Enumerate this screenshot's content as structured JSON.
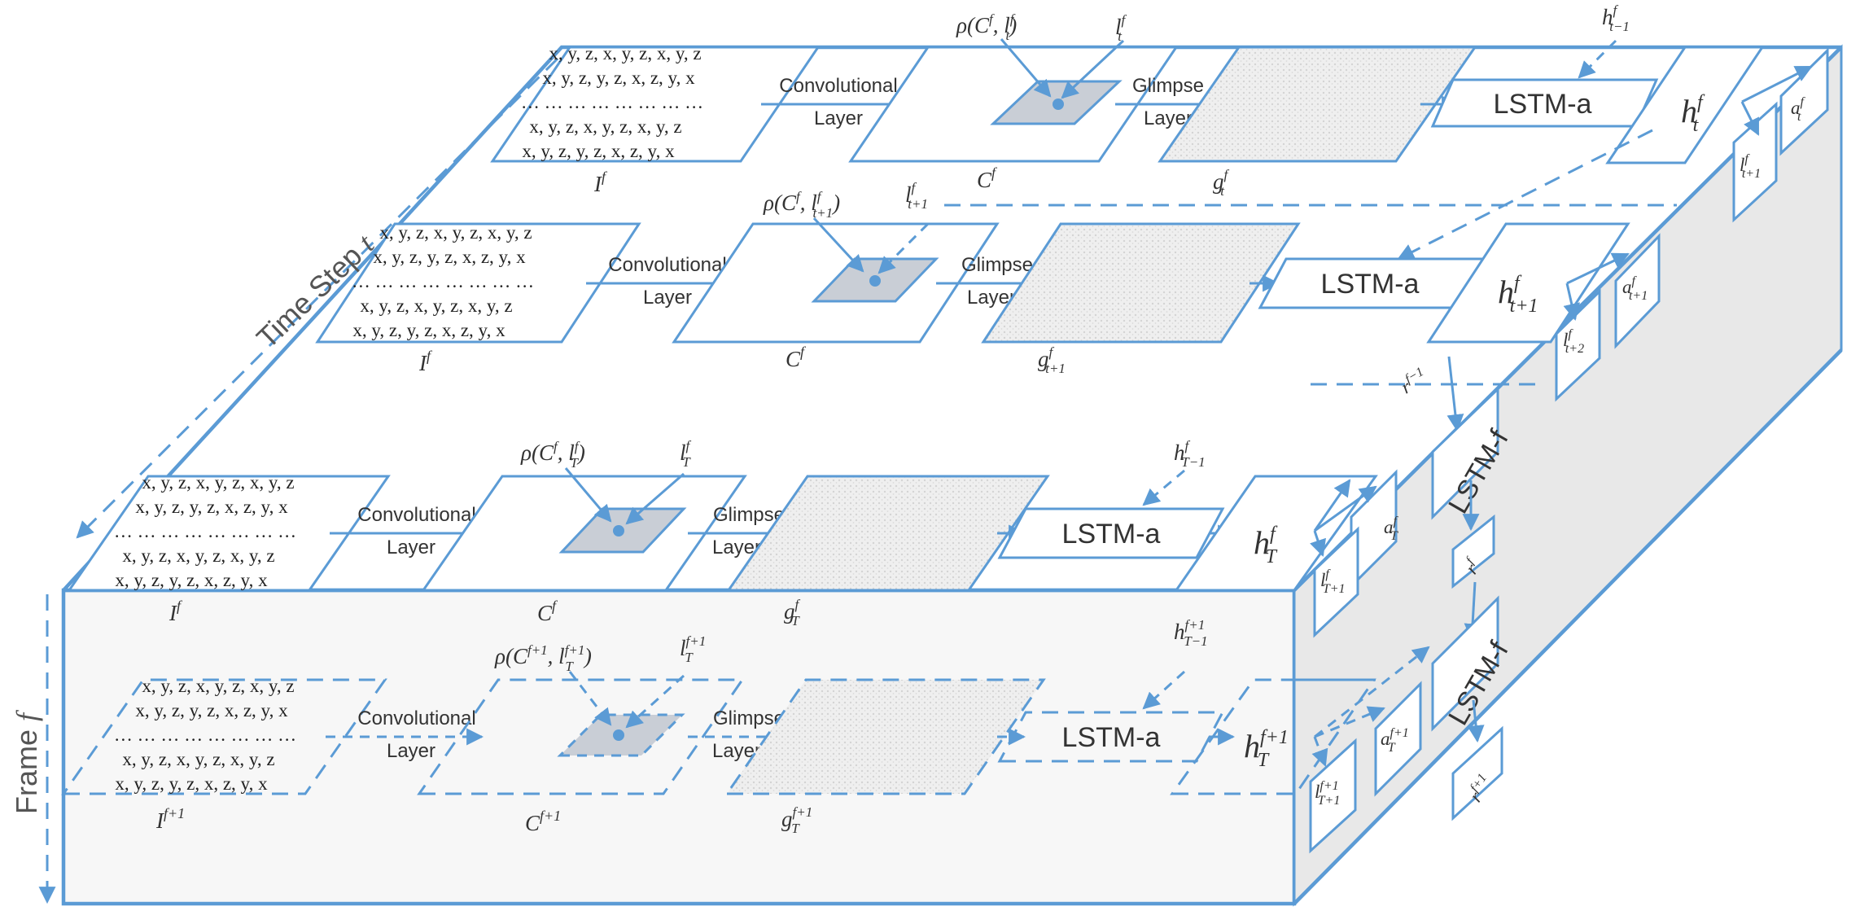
{
  "code_lines": [
    "x, y, z, x, y, z, x, y, z",
    "x, y, z, y, z, x, z, y, x",
    "… … … … … … … …",
    "x, y, z, x, y, z, x, y, z",
    "x, y, z, y, z, x, z, y, x"
  ],
  "conv_label": [
    "Convolutional",
    "Layer"
  ],
  "glimpse_label": [
    "Glimpse",
    "Layer"
  ],
  "lstm_a": "LSTM-a",
  "lstm_f": "LSTM-f",
  "axes": {
    "time_step": "Time Step",
    "time_var": "t",
    "frame": "Frame",
    "frame_var": "f"
  },
  "row_t": {
    "input": "I",
    "input_sup": "f",
    "conv": "C",
    "conv_sup": "f",
    "rho": "ρ(C",
    "rho_mid": ", l",
    "rho_sup": "f",
    "rho_sub": "t",
    "rho_end": ")",
    "loc": "l",
    "loc_sup": "f",
    "loc_sub": "t",
    "glimpse": "g",
    "glimpse_sup": "f",
    "glimpse_sub": "t",
    "h_prev": "h",
    "h_prev_sup": "f",
    "h_prev_sub": "t−1",
    "h": "h",
    "h_sup": "f",
    "h_sub": "t",
    "a": "a",
    "a_sup": "f",
    "a_sub": "t",
    "l_next": "l",
    "l_next_sup": "f",
    "l_next_sub": "t+1"
  },
  "row_t1": {
    "input": "I",
    "input_sup": "f",
    "conv": "C",
    "conv_sup": "f",
    "rho": "ρ(C",
    "rho_mid": ", l",
    "rho_sup": "f",
    "rho_sub": "t+1",
    "rho_end": ")",
    "loc": "l",
    "loc_sup": "f",
    "loc_sub": "t+1",
    "glimpse": "g",
    "glimpse_sup": "f",
    "glimpse_sub": "t+1",
    "h": "h",
    "h_sup": "f",
    "h_sub": "t+1",
    "a": "a",
    "a_sup": "f",
    "a_sub": "t+1",
    "l_next": "l",
    "l_next_sup": "f",
    "l_next_sub": "t+2"
  },
  "row_T": {
    "input": "I",
    "input_sup": "f",
    "conv": "C",
    "conv_sup": "f",
    "rho": "ρ(C",
    "rho_mid": ", l",
    "rho_sup": "f",
    "rho_sub": "T",
    "rho_end": ")",
    "loc": "l",
    "loc_sup": "f",
    "loc_sub": "T",
    "glimpse": "g",
    "glimpse_sup": "f",
    "glimpse_sub": "T",
    "h_prev": "h",
    "h_prev_sup": "f",
    "h_prev_sub": "T−1",
    "h": "h",
    "h_sup": "f",
    "h_sub": "T",
    "a": "a",
    "a_sup": "f",
    "a_sub": "T",
    "l_next": "l",
    "l_next_sup": "f",
    "l_next_sub": "T+1"
  },
  "row_f1": {
    "input": "I",
    "input_sup": "f+1",
    "conv": "C",
    "conv_sup": "f+1",
    "rho": "ρ(C",
    "rho_mid": ", l",
    "rho_sup": "f+1",
    "rho_sub": "T",
    "rho_end": ")",
    "loc": "l",
    "loc_sup": "f+1",
    "loc_sub": "T",
    "glimpse": "g",
    "glimpse_sup": "f+1",
    "glimpse_sub": "T",
    "h_prev": "h",
    "h_prev_sup": "f+1",
    "h_prev_sub": "T−1",
    "h": "h",
    "h_sup": "f+1",
    "h_sub": "T",
    "a": "a",
    "a_sup": "f+1",
    "a_sub": "T",
    "l_next": "l",
    "l_next_sup": "f+1",
    "l_next_sub": "T+1"
  },
  "reward_prev": "r",
  "reward_prev_sup": "f−1",
  "reward": "r",
  "reward_sup": "f",
  "reward_next": "r",
  "reward_next_sup": "f+1",
  "colors": {
    "line": "#5b9bd5",
    "box_face": "#f7f7f7",
    "side_face": "#e8e8e8"
  }
}
